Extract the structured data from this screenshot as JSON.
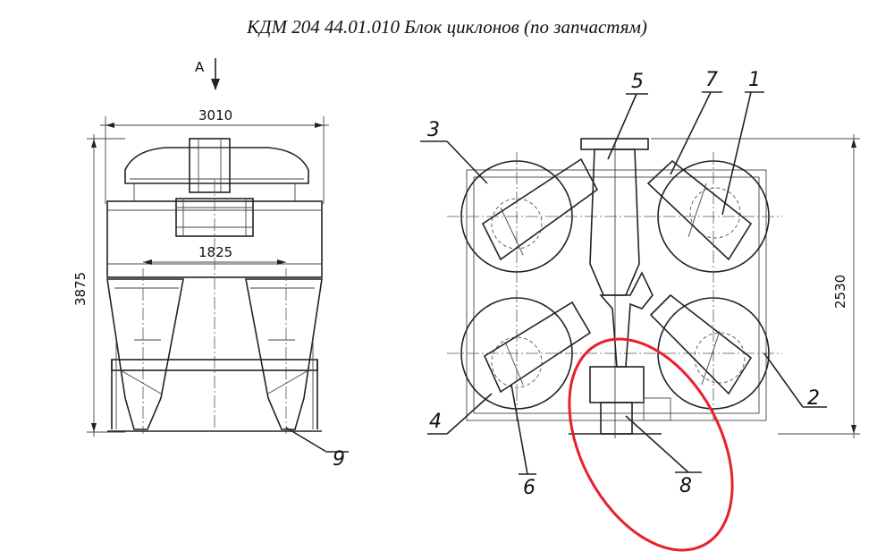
{
  "title": "КДМ 204 44.01.010  Блок циклонов (по запчастям)",
  "view_label": "A",
  "dimensions": {
    "width_overall": "3010",
    "width_inner": "1825",
    "height_overall": "3875",
    "height_right": "2530"
  },
  "callouts": [
    "1",
    "2",
    "3",
    "4",
    "5",
    "6",
    "7",
    "8",
    "9"
  ],
  "highlight_color": "#e8202a"
}
